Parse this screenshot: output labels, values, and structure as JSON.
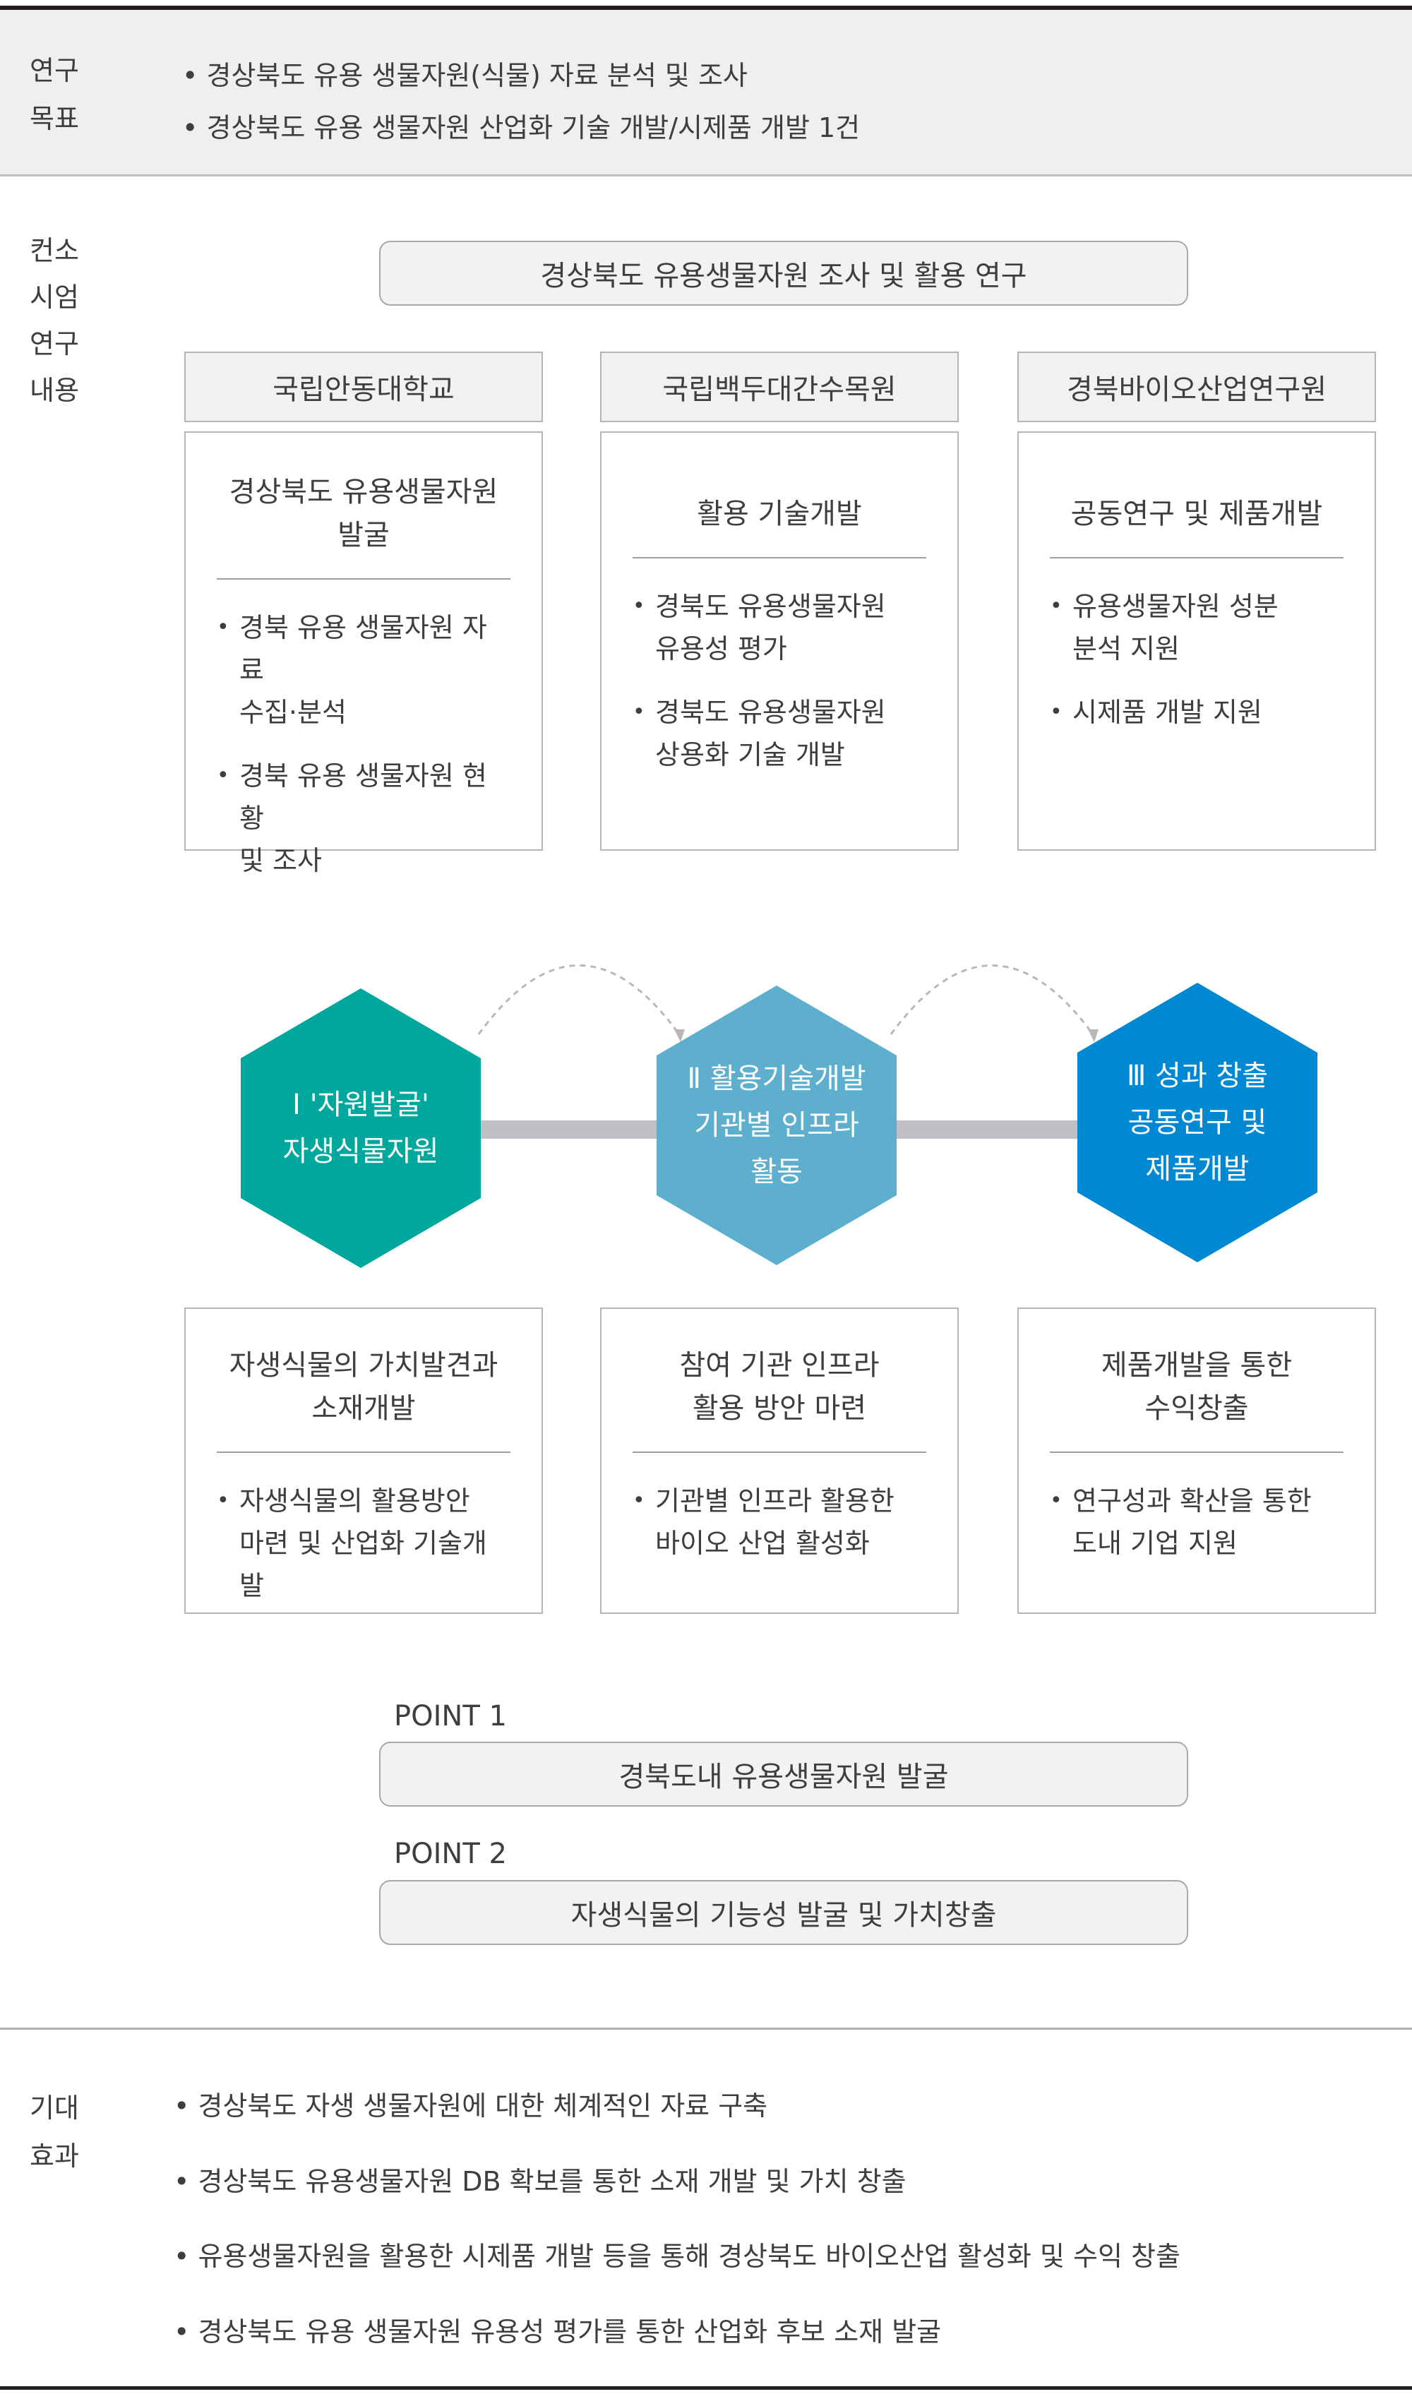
{
  "research_goal": {
    "label": [
      "연구",
      "목표"
    ],
    "items": [
      "경상북도 유용 생물자원(식물) 자료 분석 및 조사",
      "경상북도 유용 생물자원 산업화 기술 개발/시제품 개발 1건"
    ]
  },
  "consortium": {
    "label": [
      "컨소",
      "시엄",
      "연구",
      "내용"
    ],
    "title": "경상북도 유용생물자원 조사 및 활용 연구",
    "orgs": [
      {
        "name": "국립안동대학교",
        "title": [
          "경상북도 유용생물자원",
          "발굴"
        ],
        "items": [
          [
            "경북 유용 생물자원 자료",
            "수집·분석"
          ],
          [
            "경북 유용 생물자원 현황",
            "및 조사"
          ]
        ]
      },
      {
        "name": "국립백두대간수목원",
        "title": [
          "활용 기술개발"
        ],
        "items": [
          [
            "경북도 유용생물자원",
            "유용성 평가"
          ],
          [
            "경북도 유용생물자원",
            "상용화 기술 개발"
          ]
        ]
      },
      {
        "name": "경북바이오산업연구원",
        "title": [
          "공동연구 및 제품개발"
        ],
        "items": [
          [
            "유용생물자원 성분",
            "분석 지원"
          ],
          [
            "시제품 개발 지원"
          ]
        ]
      }
    ],
    "stages": [
      {
        "lines": [
          "Ⅰ '자원발굴'",
          "자생식물자원"
        ],
        "color": "#00a79d"
      },
      {
        "lines": [
          "Ⅱ 활용기술개발",
          "기관별 인프라",
          "활동"
        ],
        "color": "#5eafcd"
      },
      {
        "lines": [
          "Ⅲ 성과 창출",
          "공동연구 및",
          "제품개발"
        ],
        "color": "#0089d2"
      }
    ],
    "outcomes": [
      {
        "title": [
          "자생식물의 가치발견과",
          "소재개발"
        ],
        "items": [
          [
            "자생식물의 활용방안",
            "마련 및 산업화 기술개발"
          ]
        ]
      },
      {
        "title": [
          "참여 기관 인프라",
          "활용 방안 마련"
        ],
        "items": [
          [
            "기관별 인프라 활용한",
            "바이오 산업 활성화"
          ]
        ]
      },
      {
        "title": [
          "제품개발을 통한",
          "수익창출"
        ],
        "items": [
          [
            "연구성과 확산을 통한",
            "도내 기업 지원"
          ]
        ]
      }
    ],
    "points": [
      {
        "label": "POINT 1",
        "text": "경북도내 유용생물자원 발굴"
      },
      {
        "label": "POINT 2",
        "text": "자생식물의 기능성 발굴 및 가치창출"
      }
    ]
  },
  "expected_effects": {
    "label": [
      "기대",
      "효과"
    ],
    "items": [
      "경상북도 자생 생물자원에 대한 체계적인 자료 구축",
      "경상북도 유용생물자원 DB 확보를 통한 소재 개발 및 가치 창출",
      "유용생물자원을 활용한 시제품 개발 등을 통해 경상북도 바이오산업 활성화 및 수익 창출",
      "경상북도 유용 생물자원 유용성 평가를 통한 산업화 후보 소재 발굴"
    ]
  }
}
